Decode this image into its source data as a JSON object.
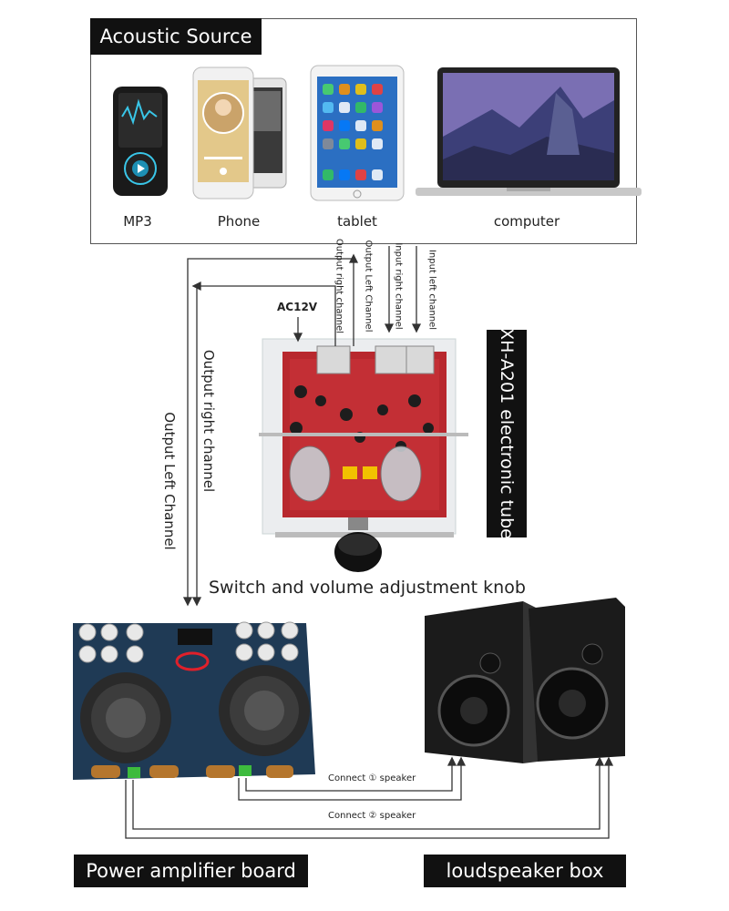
{
  "source_section": {
    "title": "Acoustic Source",
    "devices": [
      {
        "label": "MP3",
        "icon": "mp3-player-icon"
      },
      {
        "label": "Phone",
        "icon": "phone-icon"
      },
      {
        "label": "tablet",
        "icon": "tablet-icon"
      },
      {
        "label": "computer",
        "icon": "laptop-icon"
      }
    ]
  },
  "tube_section": {
    "title": "XH-A201 electronic tube",
    "power_label": "AC12V",
    "knob_label": "Switch and volume adjustment knob",
    "jacks": [
      {
        "label": "Output right channel"
      },
      {
        "label": "Output Left Channel"
      },
      {
        "label": "Input right channel"
      },
      {
        "label": "Input left channel"
      }
    ]
  },
  "wires": {
    "output_left_label": "Output Left Channel",
    "output_right_label": "Output right channel",
    "speaker1_label": "Connect ① speaker",
    "speaker2_label": "Connect ② speaker"
  },
  "amplifier_section": {
    "title": "Power amplifier board"
  },
  "speaker_section": {
    "title": "loudspeaker box"
  },
  "colors": {
    "pcb_red": "#b8282e",
    "pcb_blue": "#1f3a55",
    "label_bg": "#111111",
    "wire": "#333333"
  }
}
